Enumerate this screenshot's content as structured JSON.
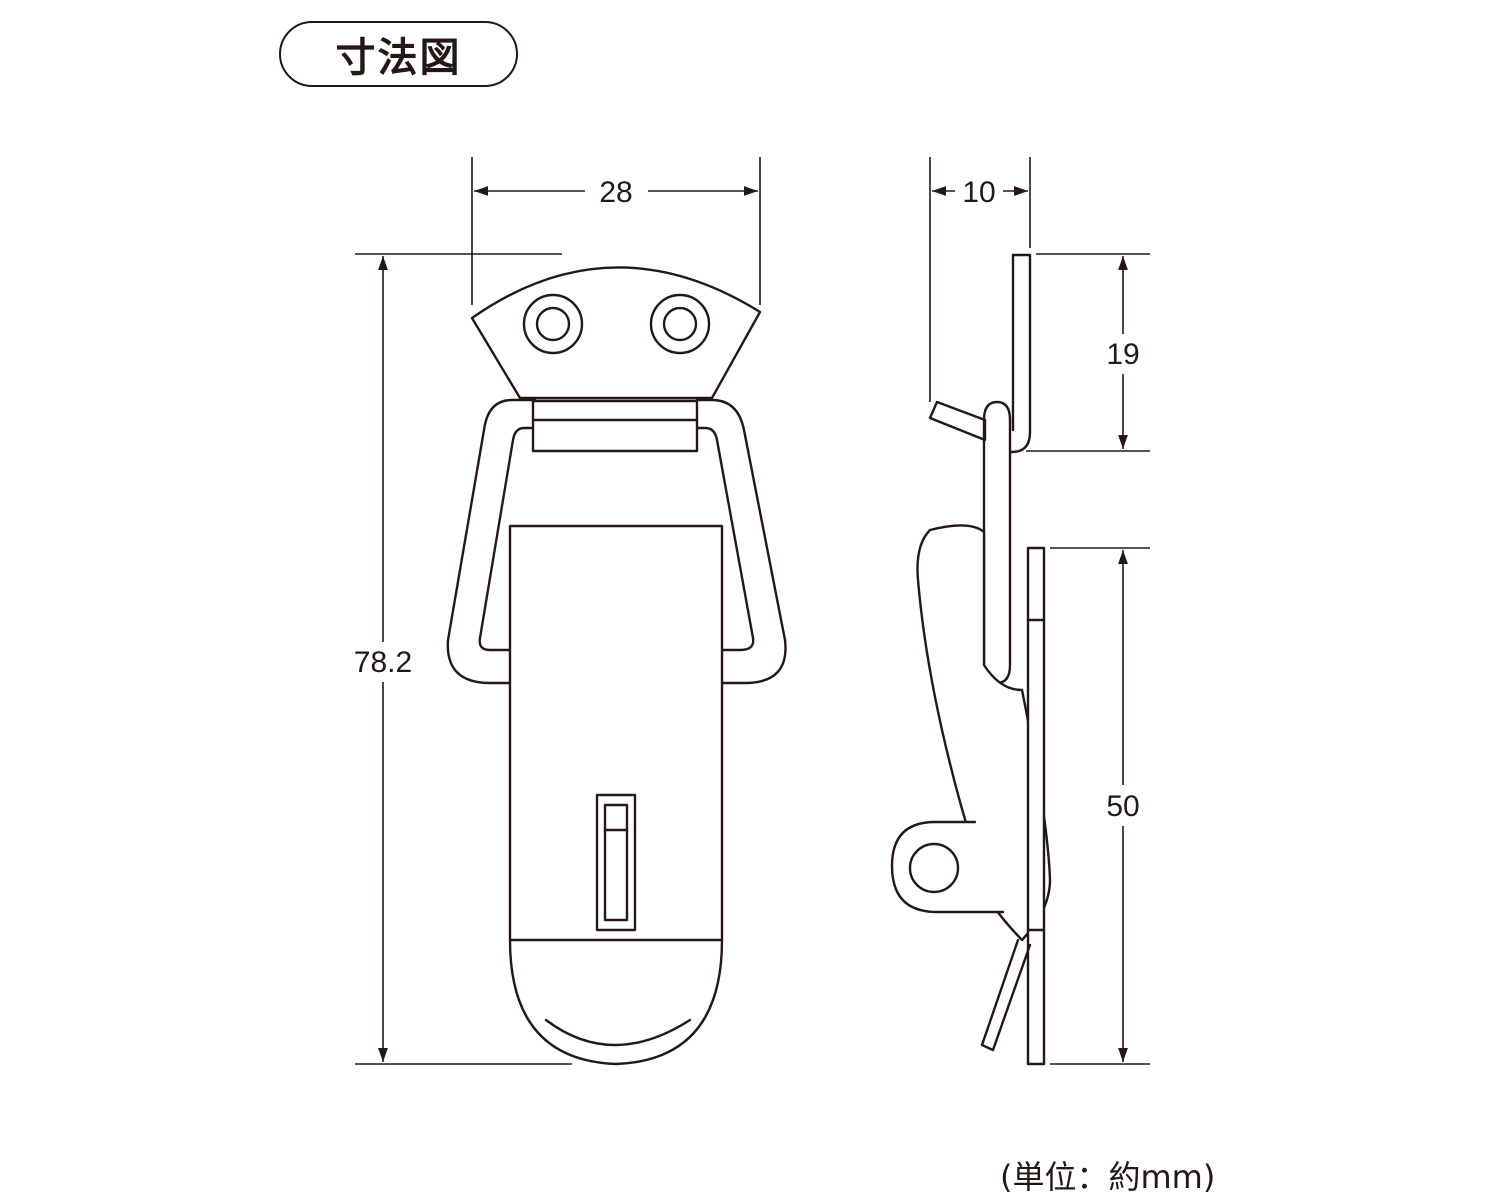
{
  "title": "寸法図",
  "dimensions": {
    "width": "28",
    "depth": "10",
    "height_total": "78.2",
    "upper": "19",
    "lower": "50"
  },
  "unit_note": "(単位：約mm)",
  "colors": {
    "line": "#231815",
    "background": "#ffffff"
  }
}
